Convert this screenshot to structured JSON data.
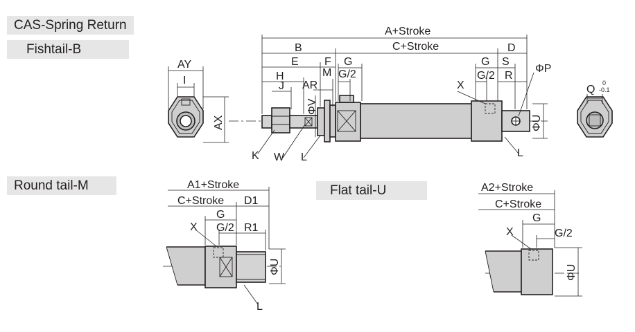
{
  "labels": {
    "cas": "CAS-Spring Return",
    "fishtail": "Fishtail-B",
    "round": "Round tail-M",
    "flat": "Flat tail-U"
  },
  "dims": {
    "a_stroke": "A+Stroke",
    "c_stroke": "C+Stroke",
    "b": "B",
    "d": "D",
    "e": "E",
    "f": "F",
    "g": "G",
    "g2": "G/2",
    "h": "H",
    "j": "J",
    "m": "M",
    "ar": "AR",
    "v": "ΦV",
    "s": "S",
    "r": "R",
    "p": "ΦP",
    "x": "X",
    "ay": "AY",
    "i": "I",
    "ax": "AX",
    "k": "K",
    "w": "W",
    "l": "L",
    "q": "Q",
    "tol_upper": "0",
    "tol_lower": "-0.1",
    "a1_stroke": "A1+Stroke",
    "d1": "D1",
    "r1": "R1",
    "u": "ΦU",
    "a2_stroke": "A2+Stroke"
  },
  "colors": {
    "body": "#cfcfcf",
    "line": "#231f20",
    "label_bg": "#e6e6e6"
  }
}
